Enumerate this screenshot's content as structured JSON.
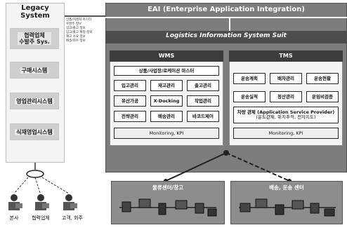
{
  "legacy": {
    "title": "Legacy System",
    "boxes": [
      "협력업체\n수발주 Sys.",
      "구매시스템",
      "영업관리시스템",
      "식재영업시스템"
    ]
  },
  "interface_list": [
    "상품/거래처 마스터",
    "수발주 정보",
    "입고/출고 정보",
    "입고/출고 확정 정보",
    "재고 소요 정보",
    "배송/회수 정보"
  ],
  "eai": {
    "title": "EAI (Enterprise Application Integration)",
    "suit": "Logistics Information System Suit"
  },
  "wms": {
    "title": "WMS",
    "master": "상품/사업장/로케이션 마스터",
    "row1": [
      "입고관리",
      "재고관리",
      "출고관리"
    ],
    "row2": [
      "유산가공",
      "X-Docking",
      "작업관리"
    ],
    "row3": [
      "전략관리",
      "배송관리",
      "바코드제어"
    ],
    "monitor": "Monitoring, KPI"
  },
  "tms": {
    "title": "TMS",
    "row1": [
      "운송계획",
      "배차관리",
      "운송현황"
    ],
    "row2": [
      "운송실적",
      "정산관리",
      "운임비검증"
    ],
    "asp": "차량 관제 (Application Service Provider)",
    "asp_sub": "(운도관제, 위치추적, 전자지도)",
    "monitor": "Monitoring, KPI"
  },
  "networks": {
    "left": "물류센터/창고",
    "right": "배송, 운송 센터"
  },
  "clients": [
    "본사",
    "협력업체",
    "고객, 화주"
  ],
  "colors": {
    "panel_bg": "#7d7d7d",
    "band": "#4d4d4d",
    "head": "#3c3c3c"
  }
}
